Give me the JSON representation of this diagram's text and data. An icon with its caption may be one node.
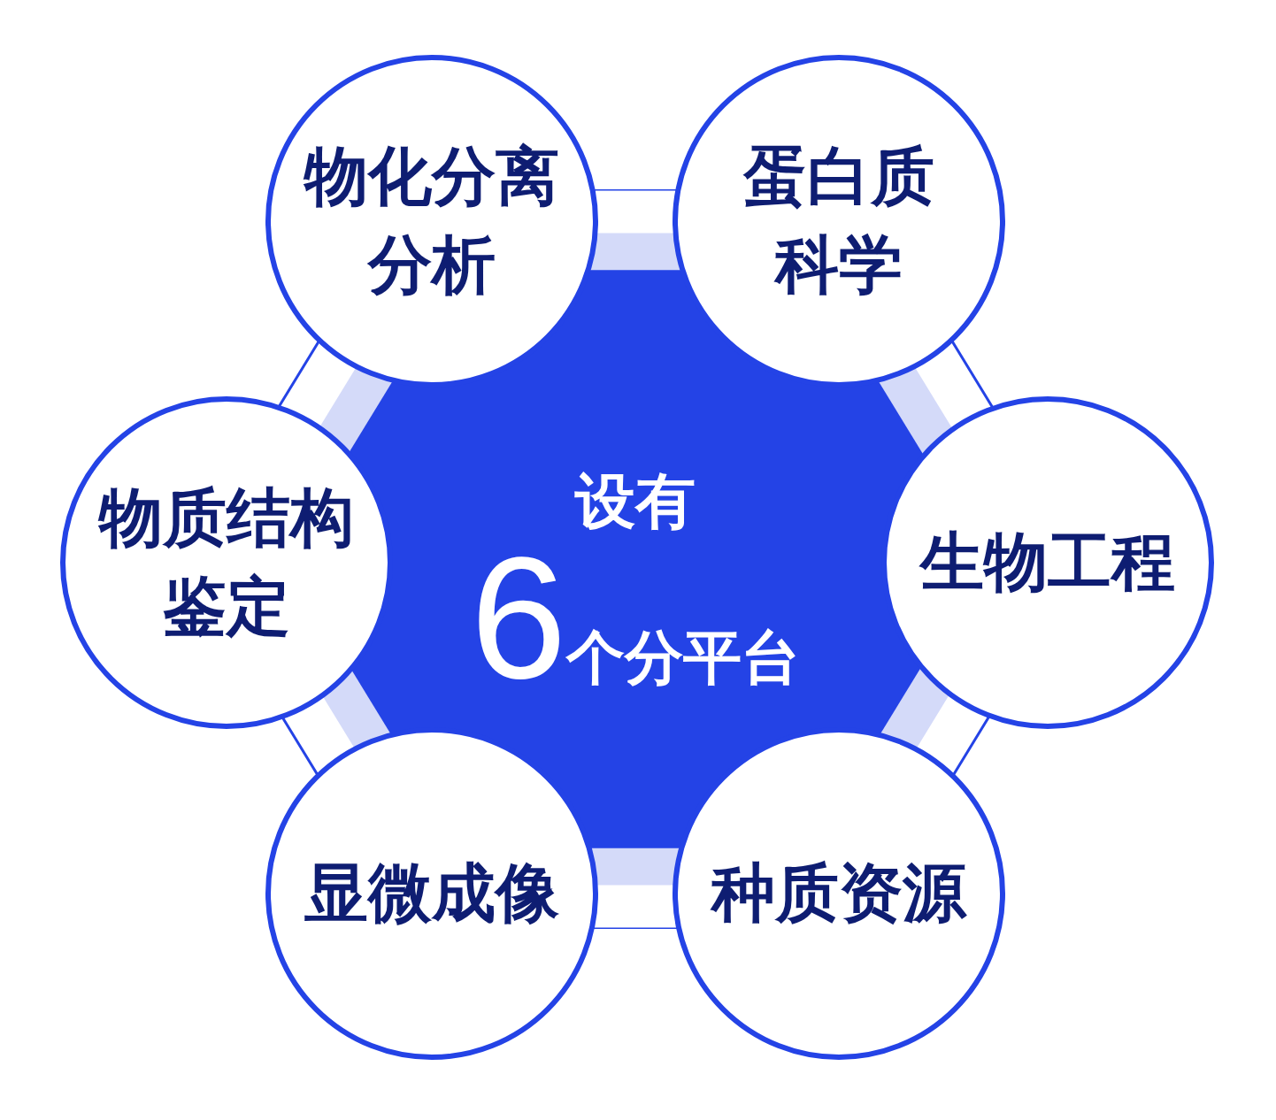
{
  "diagram": {
    "nodes": [
      {
        "text": [
          "设有",
          "6个分平台"
        ]
      },
      {
        "text": [
          "物化分离分析"
        ]
      },
      {
        "text": [
          "蛋白质科学"
        ]
      },
      {
        "text": [
          "物质结构鉴定"
        ]
      },
      {
        "text": [
          "生物工程"
        ]
      },
      {
        "text": [
          "显微成像"
        ]
      },
      {
        "text": [
          "种质资源"
        ]
      }
    ]
  }
}
